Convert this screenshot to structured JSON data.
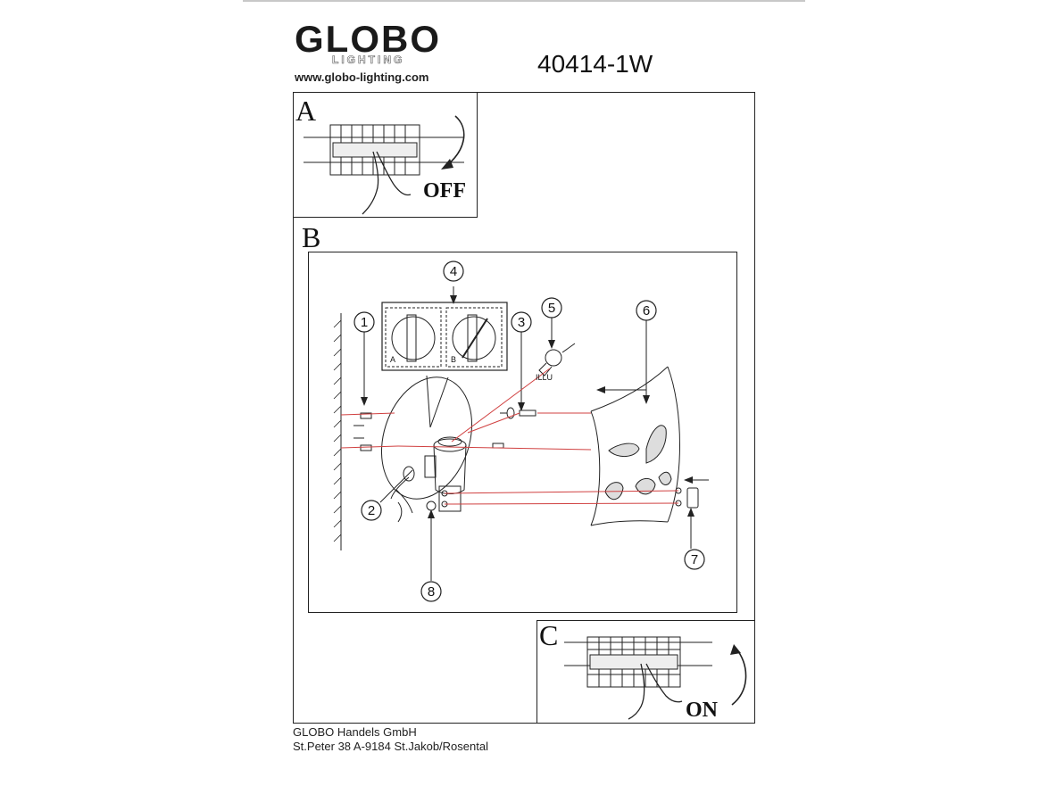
{
  "header": {
    "brand": "GLOBO",
    "brand_sub": "LIGHTING",
    "website": "www.globo-lighting.com",
    "model_number": "40414-1W"
  },
  "sections": {
    "a": {
      "label": "A",
      "caption": "OFF"
    },
    "b": {
      "label": "B"
    },
    "c": {
      "label": "C",
      "caption": "ON"
    }
  },
  "step_numbers": [
    "1",
    "2",
    "3",
    "4",
    "5",
    "6",
    "7",
    "8"
  ],
  "insets": {
    "left": "A",
    "right": "B"
  },
  "bulb_label": "ILLU",
  "footer": {
    "company": "GLOBO Handels GmbH",
    "address": "St.Peter 38 A-9184 St.Jakob/Rosental"
  },
  "colors": {
    "ink": "#222222",
    "assembly_line": "#d04040",
    "frame": "#222222"
  }
}
